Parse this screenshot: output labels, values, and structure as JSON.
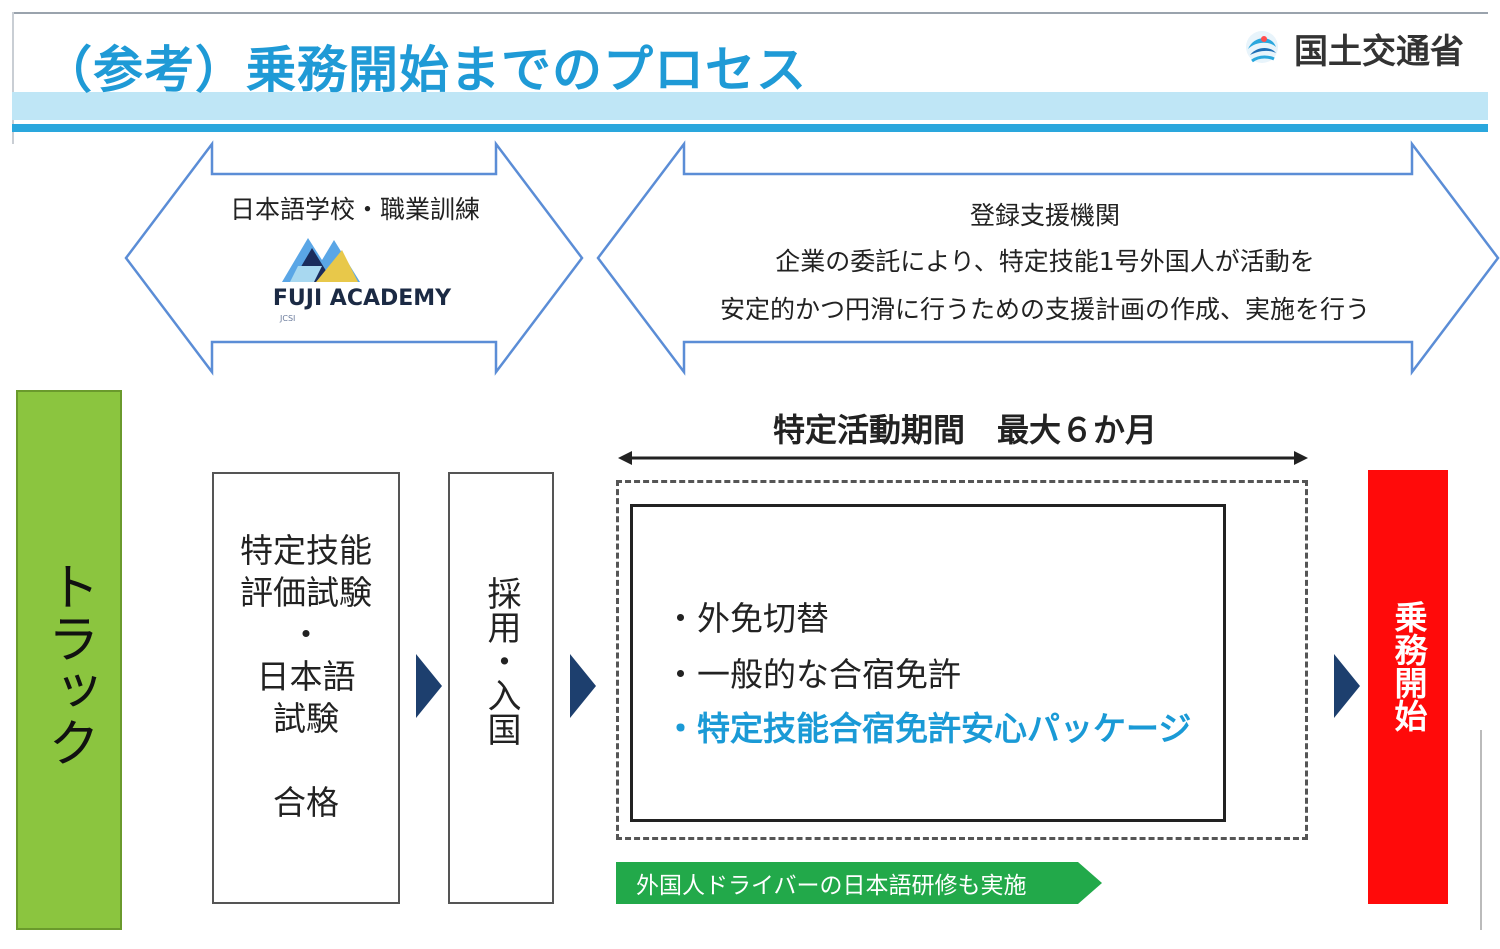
{
  "header": {
    "title": "（参考）乗務開始までのプロセス",
    "ministry": "国土交通省"
  },
  "top_arrows": {
    "left_title": "日本語学校・職業訓練",
    "logo_text": "FUJI ACADEMY",
    "logo_sub": "JCSI",
    "right_title": "登録支援機関",
    "right_lines": [
      "企業の委託により、特定技能1号外国人が活動を",
      "安定的かつ円滑に行うための支援計画の作成、実施を行う"
    ]
  },
  "truck": {
    "label": "トラック"
  },
  "steps": {
    "step1": [
      "特定技能",
      "評価試験",
      "・",
      "日本語",
      "試験",
      "",
      "合格"
    ],
    "step2": "採用・入国"
  },
  "period": {
    "title": "特定活動期間　最大６か月",
    "items": [
      "・外免切替",
      "・一般的な合宿免許",
      "・特定技能合宿免許安心パッケージ"
    ]
  },
  "green_tag": "外国人ドライバーの日本語研修も実施",
  "start": {
    "label": "乗務開始"
  },
  "colors": {
    "title_blue": "#1f9ad6",
    "green": "#8bc53f",
    "red": "#ff0a0a",
    "navy": "#1d3f6e",
    "tag_green": "#22a94a"
  }
}
